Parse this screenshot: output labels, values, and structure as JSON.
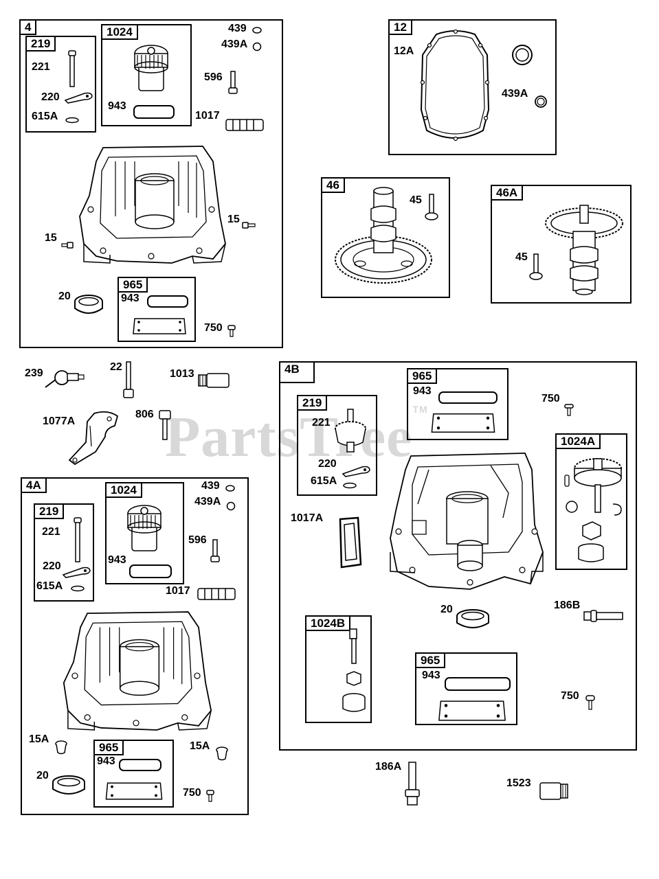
{
  "watermark": {
    "text": "PartsTree",
    "mark": "TM"
  },
  "groups": {
    "g4": {
      "tag": "4",
      "sub219": "219",
      "sub1024": "1024",
      "sub965": "965"
    },
    "g12": {
      "tag": "12"
    },
    "g46": {
      "tag": "46"
    },
    "g46A": {
      "tag": "46A"
    },
    "g4A": {
      "tag": "4A",
      "sub219": "219",
      "sub1024": "1024",
      "sub965": "965"
    },
    "g4B": {
      "tag": "4B",
      "sub965a": "965",
      "sub219": "219",
      "sub1024A": "1024A",
      "sub1024B": "1024B",
      "sub965b": "965"
    }
  },
  "labels": {
    "g4": [
      "439",
      "439A",
      "221",
      "220",
      "615A",
      "943",
      "596",
      "1017",
      "15",
      "15",
      "20",
      "943",
      "750"
    ],
    "g12": [
      "12A",
      "439A"
    ],
    "g46": [
      "45"
    ],
    "g46A": [
      "45"
    ],
    "loose": [
      "239",
      "22",
      "1013",
      "1077A",
      "806",
      "186A",
      "1523"
    ],
    "g4A": [
      "439",
      "439A",
      "221",
      "220",
      "615A",
      "943",
      "596",
      "1017",
      "15A",
      "15A",
      "20",
      "943",
      "750"
    ],
    "g4B": [
      "943",
      "750",
      "221",
      "220",
      "615A",
      "1017A",
      "20",
      "186B",
      "943",
      "750"
    ]
  },
  "colors": {
    "line": "#000000",
    "watermark": "#d8d8d8"
  }
}
